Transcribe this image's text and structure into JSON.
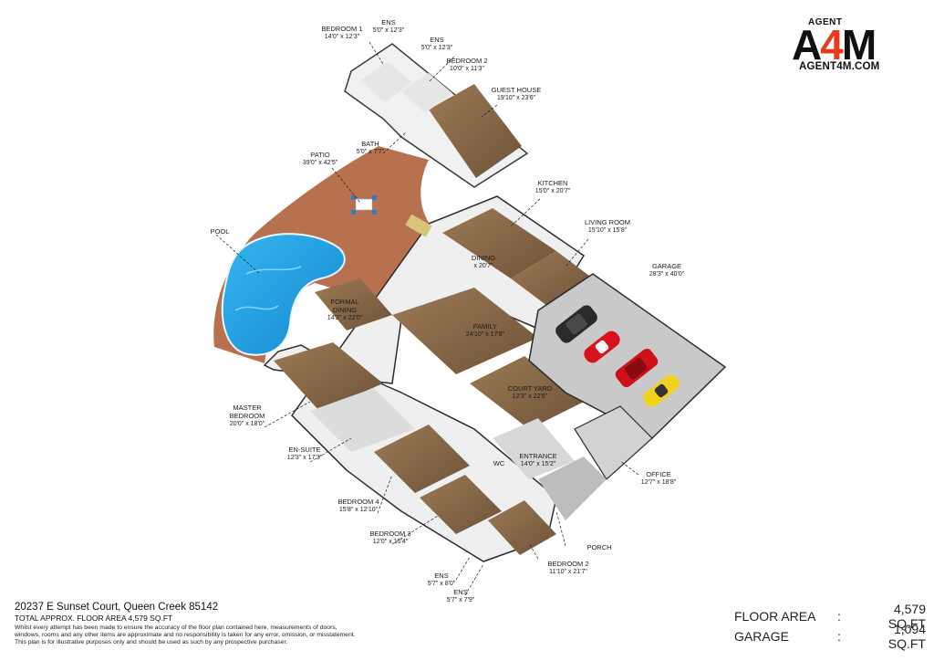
{
  "logo": {
    "small": "AGENT",
    "left": "A",
    "four": "4",
    "right": "M",
    "site": "AGENT4M.COM"
  },
  "rooms": {
    "bedroom1": {
      "name": "BEDROOM 1",
      "dim": "14'0\" x 12'3\""
    },
    "ens_top_a": {
      "name": "ENS",
      "dim": "5'0\" x 12'3\""
    },
    "ens_top_b": {
      "name": "ENS",
      "dim": "5'0\" x 12'3\""
    },
    "bedroom2_guest": {
      "name": "BEDROOM 2",
      "dim": "10'0\" x 11'3\""
    },
    "guest_house": {
      "name": "GUEST HOUSE",
      "dim": "19'10\" x 23'6\""
    },
    "bath": {
      "name": "BATH",
      "dim": "5'0\" x 7'7\""
    },
    "patio": {
      "name": "PATIO",
      "dim": "39'0\" x 42'5\""
    },
    "kitchen": {
      "name": "KITCHEN",
      "dim": "15'0\" x 20'7\""
    },
    "living": {
      "name": "LIVING ROOM",
      "dim": "15'10\" x 15'8\""
    },
    "garage": {
      "name": "GARAGE",
      "dim": "28'3\" x 40'0\""
    },
    "pool": {
      "name": "POOL"
    },
    "dining": {
      "name": "DINING",
      "dim": "x 20'7\""
    },
    "formal": {
      "name": "FORMAL DINING",
      "dim": "14'2\" x 22'0\""
    },
    "family": {
      "name": "FAMILY",
      "dim": "24'10\" x 17'8\""
    },
    "courtyard": {
      "name": "COURT YARD",
      "dim": "12'3\" x 22'6\""
    },
    "master": {
      "name": "MASTER BEDROOM",
      "dim": "20'0\" x 18'0\""
    },
    "ensuite": {
      "name": "EN-SUITE",
      "dim": "12'3\" x 17'3\""
    },
    "entrance": {
      "name": "ENTRANCE",
      "dim": "14'0\" x 15'2\""
    },
    "wc": {
      "name": "WC"
    },
    "office": {
      "name": "OFFICE",
      "dim": "12'7\" x 18'8\""
    },
    "bedroom4": {
      "name": "BEDROOM 4",
      "dim": "15'8\" x 12'10\""
    },
    "bedroom3": {
      "name": "BEDROOM 3",
      "dim": "12'0\" x 15'4\""
    },
    "porch": {
      "name": "PORCH"
    },
    "bedroom2_main": {
      "name": "BEDROOM 2",
      "dim": "11'10\" x 21'7\""
    },
    "ens_bot_a": {
      "name": "ENS",
      "dim": "5'7\" x 8'0\""
    },
    "ens_bot_b": {
      "name": "ENS",
      "dim": "5'7\" x 7'9\""
    }
  },
  "footer": {
    "address": "20237 E Sunset Court, Queen Creek 85142",
    "total": "TOTAL APPROX. FLOOR AREA 4,579 SQ.FT",
    "disclaimer_1": "Whilst every attempt has been made to ensure the accuracy of the floor plan contained here, measurements of doors,",
    "disclaimer_2": "windows, rooms and any other items are approximate and no responsibility is taken for any error, omission, or misstatement.",
    "disclaimer_3": "This plan is for illustrative purposes only and should be used as such by any prospective purchaser."
  },
  "stats": [
    {
      "label": "FLOOR AREA",
      "sep": ":",
      "value": "4,579 SQ.FT"
    },
    {
      "label": "GARAGE",
      "sep": ":",
      "value": "1,094 SQ.FT"
    }
  ],
  "colors": {
    "wood": "#8a6a48",
    "patio": "#b8714e",
    "pool": "#1ba0e2",
    "garage": "#c9c9c9",
    "wall": "#f2f2f2",
    "accent": "#e83a1d"
  }
}
